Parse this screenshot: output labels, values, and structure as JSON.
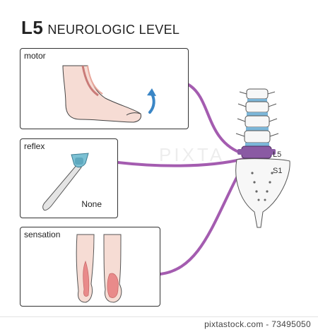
{
  "title": {
    "level": "L5",
    "subtitle": "NEUROLOGIC LEVEL"
  },
  "panels": {
    "motor": {
      "label": "motor"
    },
    "reflex": {
      "label": "reflex",
      "value": "None"
    },
    "sensation": {
      "label": "sensation"
    }
  },
  "spine": {
    "highlight_label": "L5",
    "sacrum_label": "S1"
  },
  "watermark": "PIXTA",
  "footer": {
    "credit": "pixtastock.com - 73495050"
  },
  "colors": {
    "nerve": "#a45cb0",
    "disc": "#7cb6d8",
    "l5_highlight": "#8a5aa3",
    "skin": "#f6dcd4",
    "arrow": "#3a86c6",
    "hammer_head": "#7cc1d4",
    "sensory_area": "#e98a8a"
  },
  "icons": [
    "foot-dorsiflexion-icon",
    "reflex-hammer-icon",
    "legs-icon",
    "spine-icon",
    "up-arrow-icon"
  ]
}
